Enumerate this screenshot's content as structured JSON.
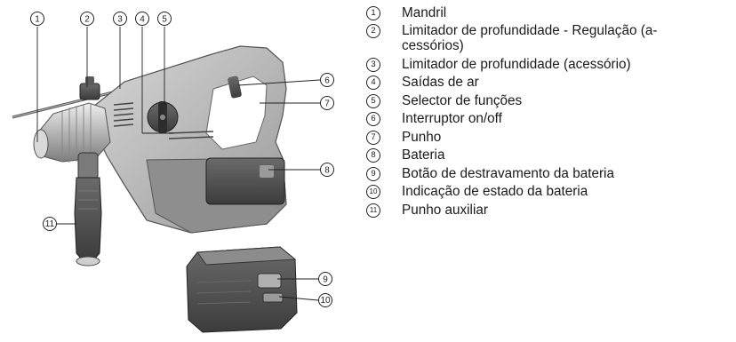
{
  "callouts": {
    "c1": "1",
    "c2": "2",
    "c3": "3",
    "c4": "4",
    "c5": "5",
    "c6": "6",
    "c7": "7",
    "c8": "8",
    "c9": "9",
    "c10": "10",
    "c11": "11"
  },
  "legend": [
    {
      "num": "1",
      "label": "Mandril"
    },
    {
      "num": "2",
      "label": "Limitador de profundidade - Regulação (a-cessórios)"
    },
    {
      "num": "3",
      "label": "Limitador de profundidade (acessório)"
    },
    {
      "num": "4",
      "label": "Saídas de ar"
    },
    {
      "num": "5",
      "label": "Selector de funções"
    },
    {
      "num": "6",
      "label": "Interruptor on/off"
    },
    {
      "num": "7",
      "label": "Punho"
    },
    {
      "num": "8",
      "label": "Bateria"
    },
    {
      "num": "9",
      "label": "Botão de destravamento da bateria"
    },
    {
      "num": "10",
      "label": "Indicação de estado da bateria"
    },
    {
      "num": "11",
      "label": "Punho auxiliar"
    }
  ]
}
